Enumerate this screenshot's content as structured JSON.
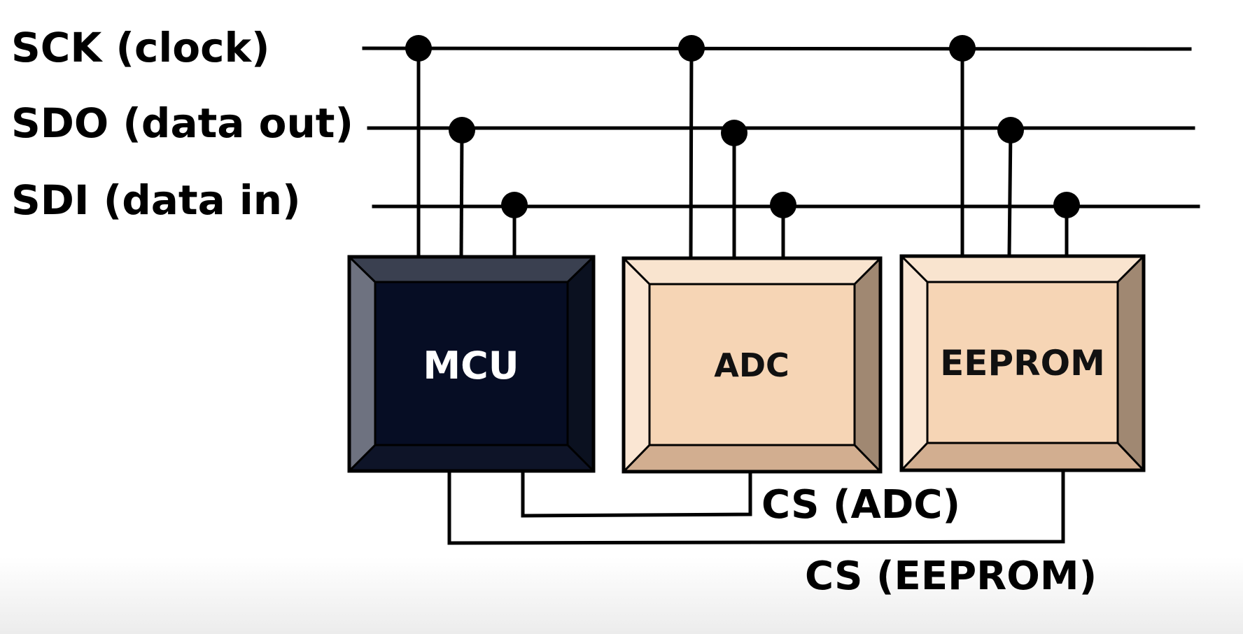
{
  "bus_labels": {
    "sck": "SCK (clock)",
    "sdo": "SDO (data out)",
    "sdi": "SDI (data in)"
  },
  "chips": {
    "mcu": "MCU",
    "adc": "ADC",
    "eeprom": "EEPROM"
  },
  "chip_select_labels": {
    "adc": "CS (ADC)",
    "eeprom": "CS (EEPROM)"
  },
  "colors": {
    "mcu_face": "#060d24",
    "mcu_bevel_top": "#3a4050",
    "mcu_bevel_left": "#6e7280",
    "peripheral_face": "#f6d5b5",
    "peripheral_bevel_top": "#f9e4cf",
    "peripheral_bevel_right": "#a08872",
    "peripheral_bevel_bottom": "#d2ae90",
    "wire": "#000000"
  }
}
